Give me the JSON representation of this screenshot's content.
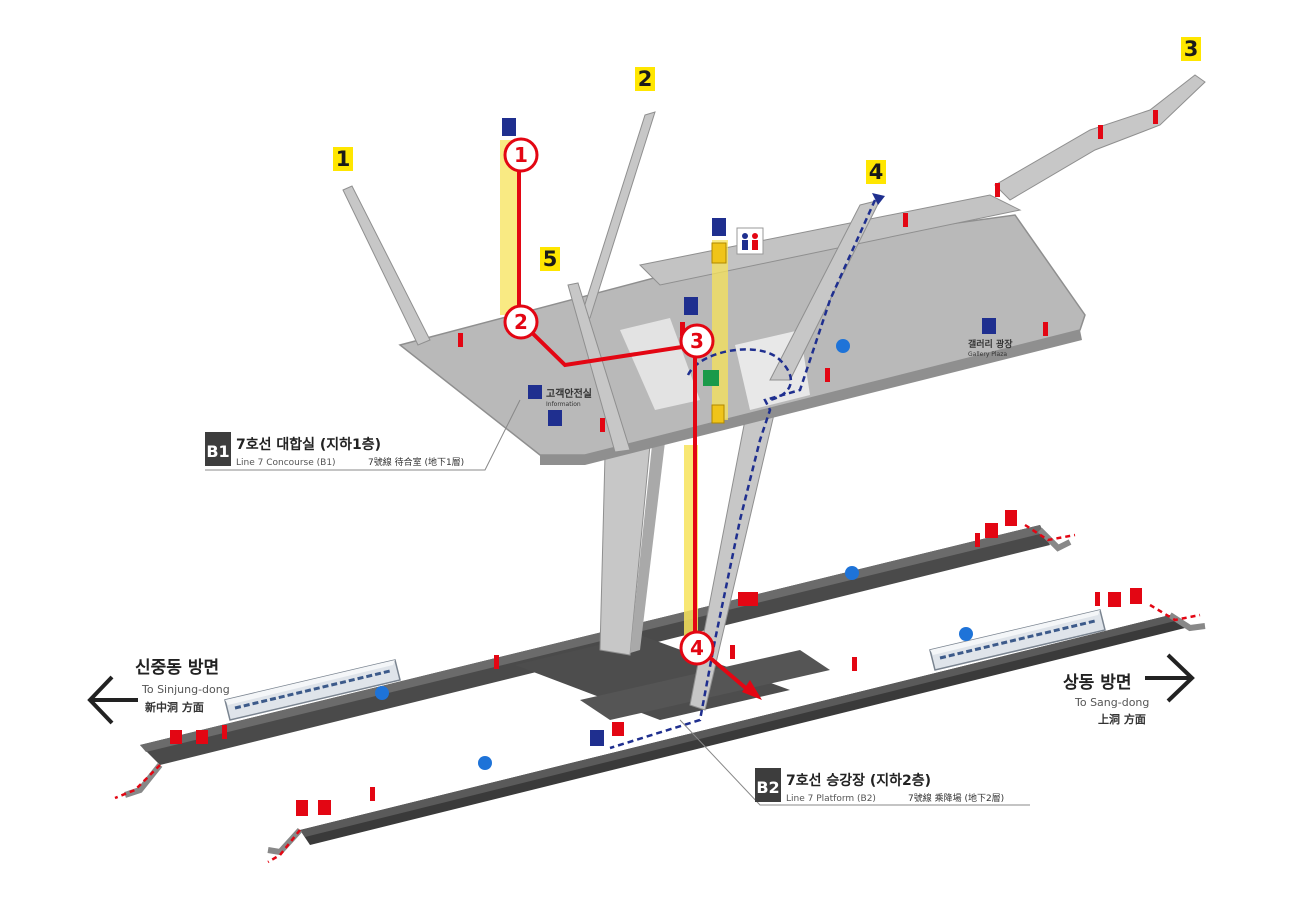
{
  "exits": [
    {
      "label": "1"
    },
    {
      "label": "2"
    },
    {
      "label": "3"
    },
    {
      "label": "4"
    },
    {
      "label": "5"
    }
  ],
  "steps": [
    {
      "label": "1"
    },
    {
      "label": "2"
    },
    {
      "label": "3"
    },
    {
      "label": "4"
    }
  ],
  "concourse": {
    "tag": "B1",
    "title_ko": "7호선 대합실 (지하1층)",
    "title_en": "Line 7 Concourse (B1)",
    "title_zh": "7號線 待合室 (地下1層)"
  },
  "platform": {
    "tag": "B2",
    "title_ko": "7호선 승강장 (지하2층)",
    "title_en": "Line 7 Platform (B2)",
    "title_zh": "7號線 乘降場 (地下2層)"
  },
  "directions": {
    "left": {
      "ko": "신중동 방면",
      "en": "To Sinjung-dong",
      "zh": "新中洞 方面"
    },
    "right": {
      "ko": "상동 방면",
      "en": "To Sang-dong",
      "zh": "上洞 方面"
    }
  },
  "facilities": {
    "customer_center": "고객안전실",
    "customer_center_en": "Information",
    "gallery": "갤러리 광장",
    "gallery_en": "Gallery Plaza"
  },
  "colors": {
    "floor": "#b9b9b9",
    "floor_edge": "#8f8f8f",
    "platform": "#4a4a4a",
    "route": "#e30613",
    "elevator": "#f7e35a",
    "dashed": "#1f2f8f",
    "exit_tag": "#ffe600"
  }
}
